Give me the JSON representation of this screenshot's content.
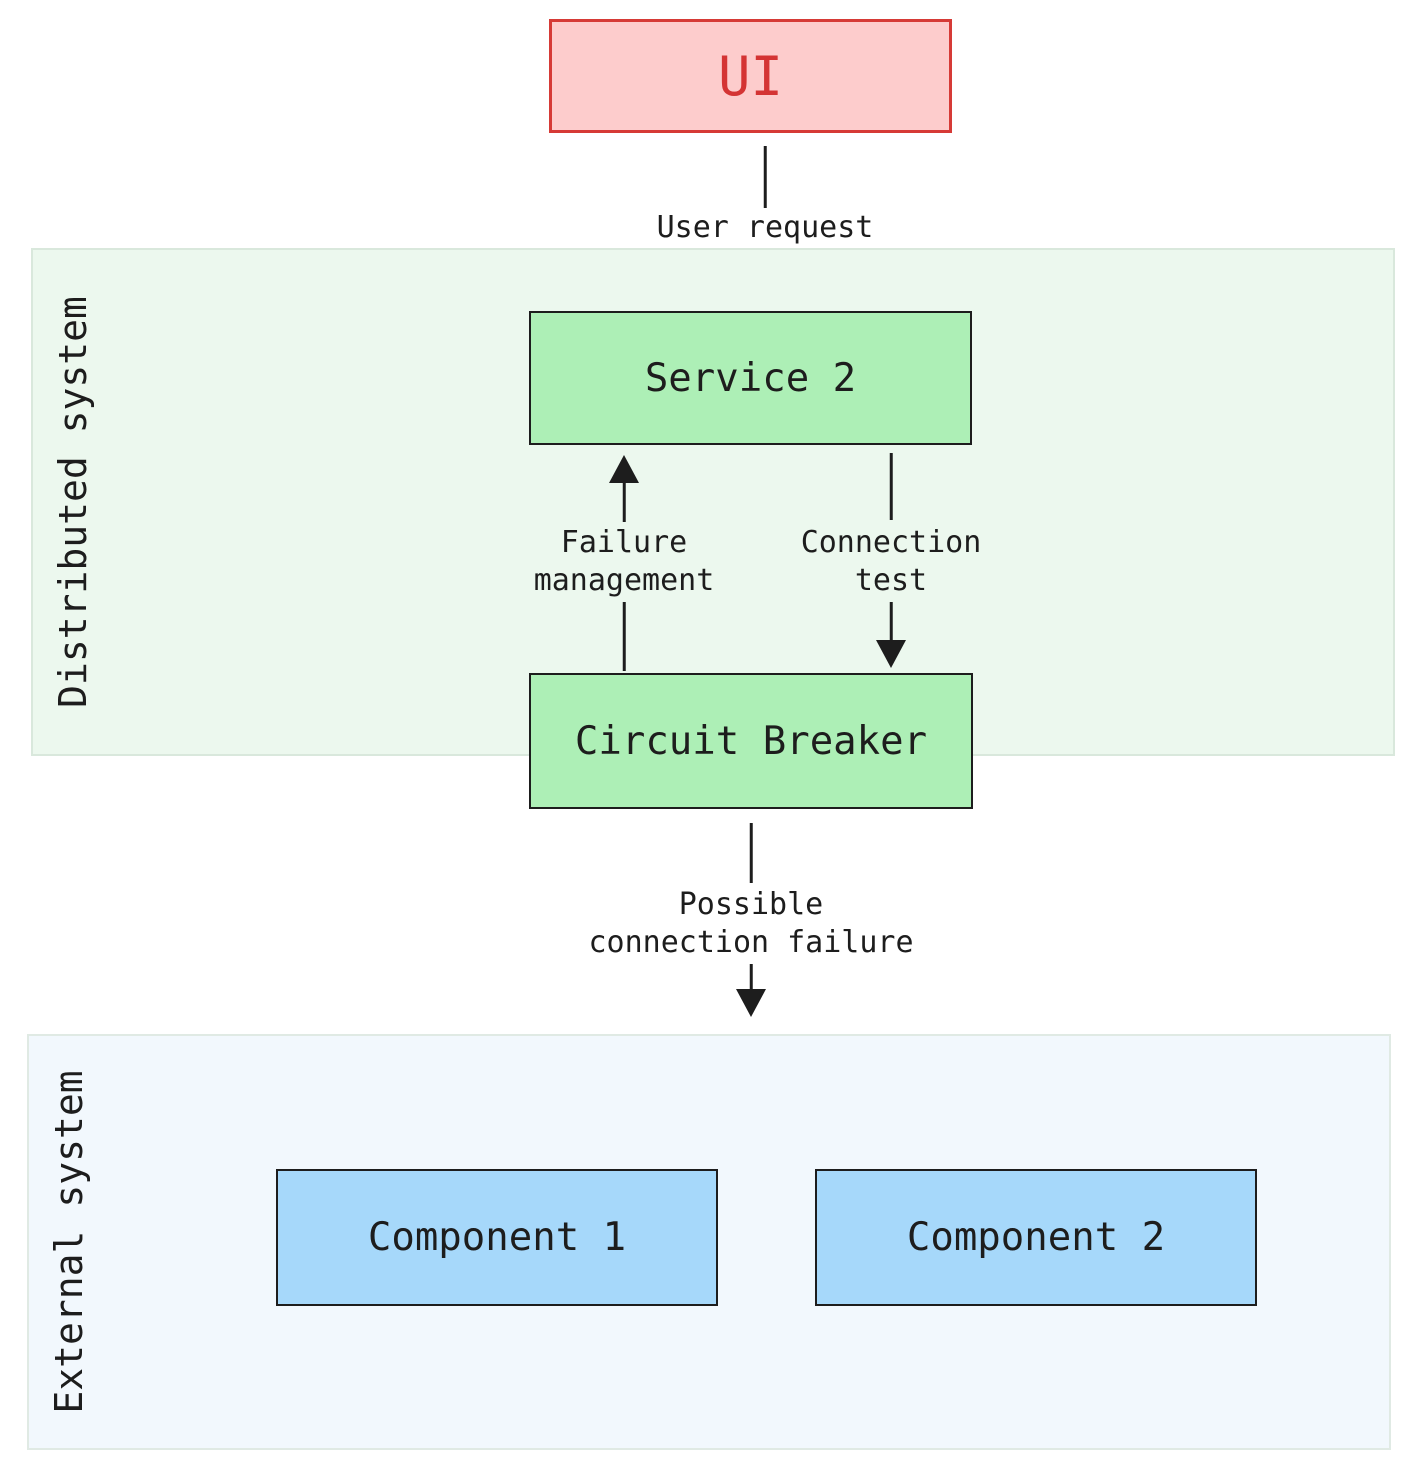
{
  "nodes": {
    "ui": {
      "label": "UI"
    },
    "service2": {
      "label": "Service 2"
    },
    "circuit_breaker": {
      "label": "Circuit Breaker"
    },
    "component1": {
      "label": "Component 1"
    },
    "component2": {
      "label": "Component 2"
    }
  },
  "containers": {
    "distributed": {
      "title": "Distributed system"
    },
    "external": {
      "title": "External system"
    }
  },
  "edges": {
    "user_request": {
      "lines": [
        "User request"
      ]
    },
    "failure_management": {
      "lines": [
        "Failure",
        "management"
      ]
    },
    "connection_test": {
      "lines": [
        "Connection",
        "test"
      ]
    },
    "possible_connection_failure": {
      "lines": [
        "Possible",
        "connection failure"
      ]
    }
  },
  "colors": {
    "ui-fill": "#fdcccc",
    "ui-border": "#d63a36",
    "ui-text": "#d43434",
    "node-green-fill": "#adefb6",
    "node-blue-fill": "#a6d8fa",
    "node-border": "#1d1d1d",
    "container-green-fill": "#ecf8ee",
    "container-green-border": "#d9e8dc",
    "container-blue-fill": "#f2f8fd",
    "container-blue-border": "#e0eae4",
    "line": "#1d1d1d",
    "text": "#1d1d1d"
  }
}
